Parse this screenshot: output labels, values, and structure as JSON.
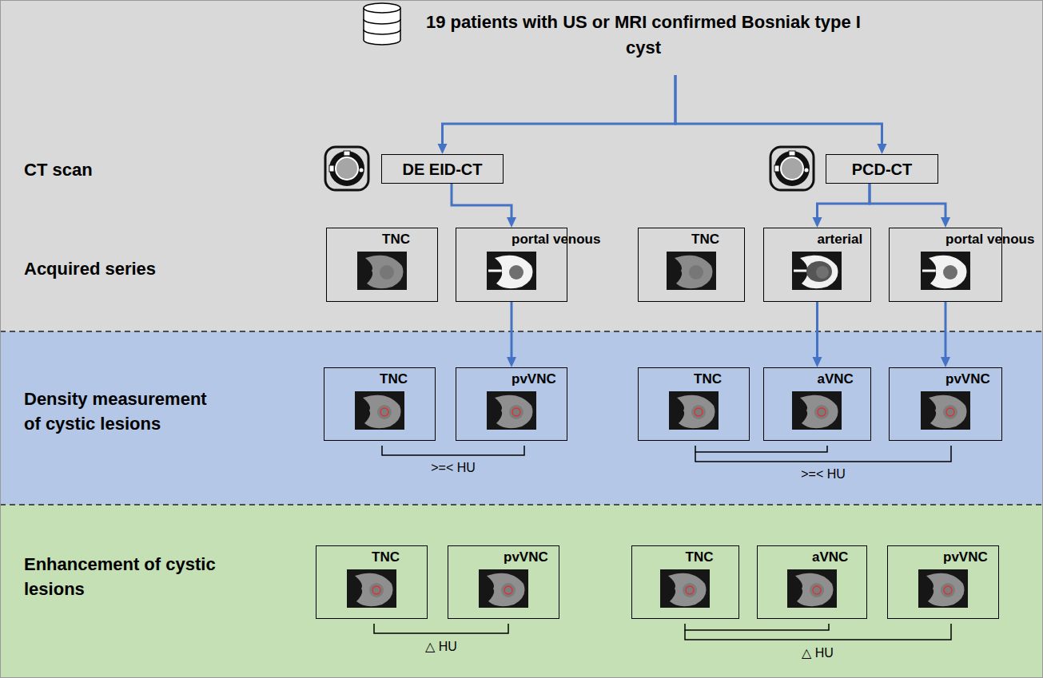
{
  "diagram": {
    "nodes": [
      {
        "text": [
          "CT scan",
          "Acquired series"
        ]
      },
      {
        "text": [
          "19 patients with US or MRI confirmed Bosniak type I cyst"
        ],
        "in": 0
      },
      {
        "text": [
          "DE EID-CT"
        ],
        "in": 0
      },
      {
        "text": [
          "PCD-CT"
        ],
        "in": 0
      },
      {
        "text": [
          "TNC"
        ],
        "in": 0
      },
      {
        "text": [
          "portal venous"
        ],
        "in": 0
      },
      {
        "text": [
          "TNC"
        ],
        "in": 0
      },
      {
        "text": [
          "arterial"
        ],
        "in": 0
      },
      {
        "text": [
          "portal venous"
        ],
        "in": 0
      },
      {
        "text": [
          "Density measurement of cystic lesions"
        ]
      },
      {
        "text": [
          "TNC"
        ],
        "in": 9
      },
      {
        "text": [
          "pvVNC"
        ],
        "in": 9
      },
      {
        "text": [
          "TNC"
        ],
        "in": 9
      },
      {
        "text": [
          "aVNC"
        ],
        "in": 9
      },
      {
        "text": [
          "pvVNC"
        ],
        "in": 9
      },
      {
        "text": [
          "Enhancement of cystic lesions"
        ]
      },
      {
        "text": [
          "TNC"
        ],
        "in": 15
      },
      {
        "text": [
          "pvVNC"
        ],
        "in": 15
      },
      {
        "text": [
          "TNC"
        ],
        "in": 15
      },
      {
        "text": [
          "aVNC"
        ],
        "in": 15
      },
      {
        "text": [
          "pvVNC"
        ],
        "in": 15
      }
    ],
    "edges": [
      {
        "from": 1,
        "to": 2,
        "arrow": "to"
      },
      {
        "from": 1,
        "to": 3,
        "arrow": "to"
      },
      {
        "from": 2,
        "to": 5,
        "arrow": "to"
      },
      {
        "from": 3,
        "to": 7,
        "arrow": "to"
      },
      {
        "from": 3,
        "to": 8,
        "arrow": "to"
      },
      {
        "from": 5,
        "to": 11,
        "arrow": "to"
      },
      {
        "from": 7,
        "to": 13,
        "arrow": "to"
      },
      {
        "from": 8,
        "to": 14,
        "arrow": "to"
      }
    ],
    "labels": [
      ">=< HU",
      ">=< HU",
      "△ HU",
      "△ HU"
    ]
  }
}
